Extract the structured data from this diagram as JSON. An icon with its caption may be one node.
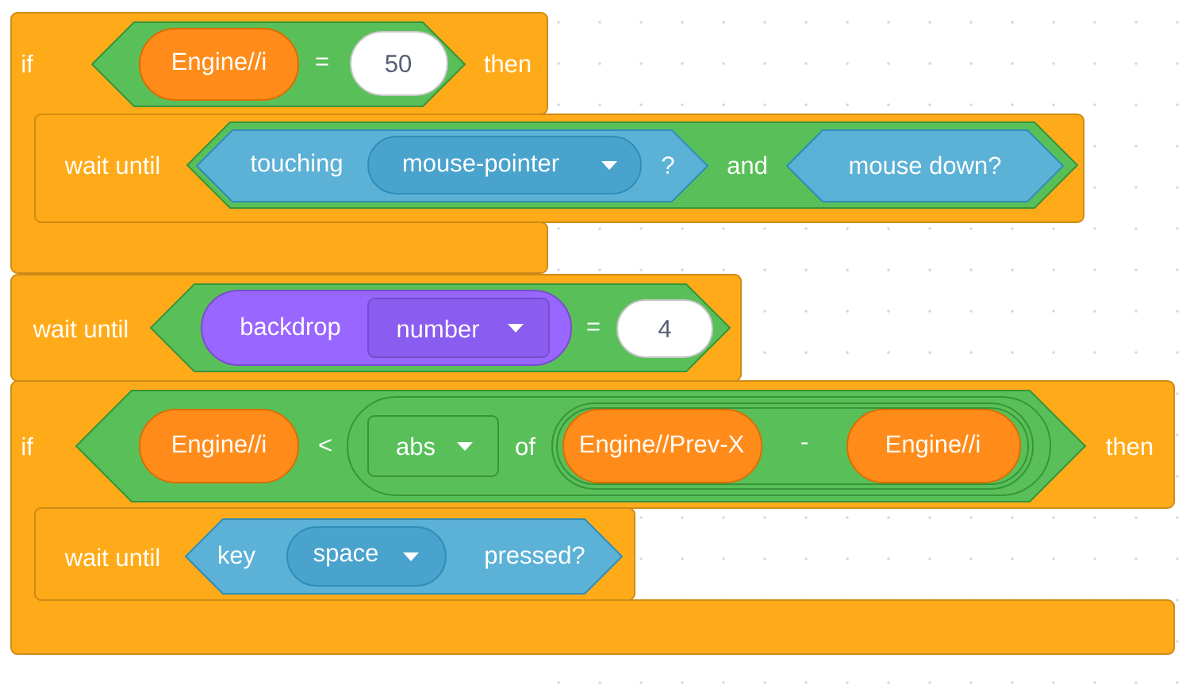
{
  "diagram": {
    "nodes": [
      {
        "text": [
          "if",
          "then"
        ]
      },
      {
        "text": [
          "="
        ],
        "in": 0
      },
      {
        "text": [
          "Engine//i"
        ],
        "in": 1
      },
      {
        "text": [
          "50"
        ],
        "in": 1
      },
      {
        "text": [
          "wait until"
        ]
      },
      {
        "text": [
          "and"
        ],
        "in": 4
      },
      {
        "text": [
          "touching",
          "?"
        ],
        "in": 5
      },
      {
        "text": [
          "mouse-pointer"
        ],
        "in": 6
      },
      {
        "text": [
          "mouse down?"
        ],
        "in": 5
      },
      {
        "text": [
          "wait until"
        ]
      },
      {
        "text": [
          "="
        ],
        "in": 9
      },
      {
        "text": [
          "backdrop"
        ],
        "in": 10
      },
      {
        "text": [
          "number"
        ],
        "in": 11
      },
      {
        "text": [
          "4"
        ],
        "in": 10
      },
      {
        "text": [
          "if",
          "then"
        ]
      },
      {
        "text": [
          "<"
        ],
        "in": 14
      },
      {
        "text": [
          "Engine//i"
        ],
        "in": 15
      },
      {
        "text": [
          "of"
        ],
        "in": 15
      },
      {
        "text": [
          "abs"
        ],
        "in": 17
      },
      {
        "text": [
          "-"
        ],
        "in": 17
      },
      {
        "text": [
          "Engine//Prev-X"
        ],
        "in": 19
      },
      {
        "text": [
          "Engine//i"
        ],
        "in": 19
      },
      {
        "text": [
          "wait until"
        ],
        "in": 14
      },
      {
        "text": [
          "key",
          "pressed?"
        ],
        "in": 22
      },
      {
        "text": [
          "space"
        ],
        "in": 23
      }
    ]
  }
}
